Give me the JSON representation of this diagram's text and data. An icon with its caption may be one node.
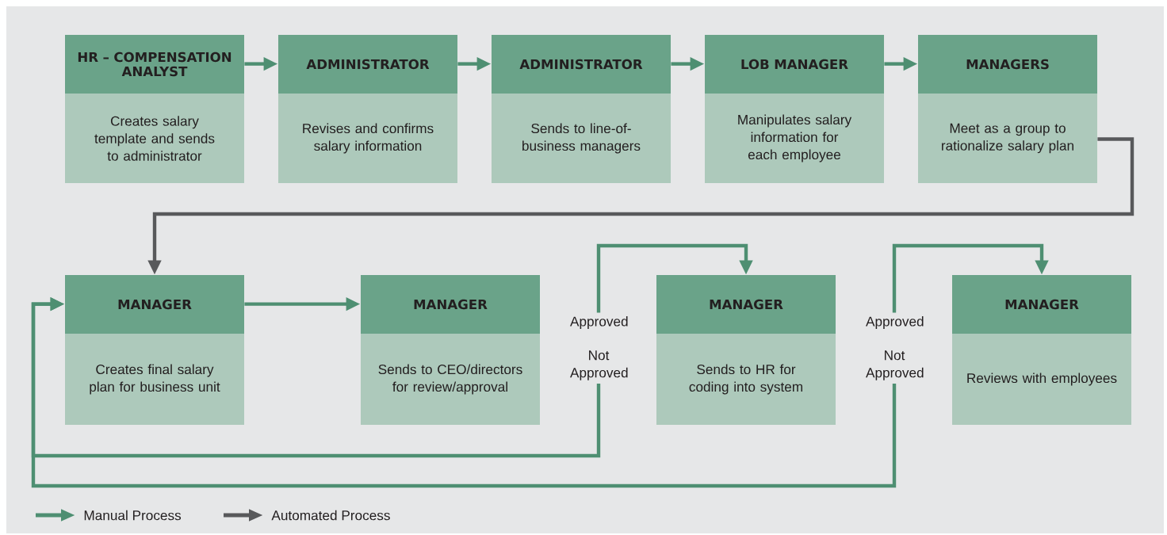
{
  "diagram": {
    "nodes": [
      {
        "text": [
          "HR – COMPENSATION ANALYST",
          "Creates salary template and sends to administrator"
        ]
      },
      {
        "text": [
          "ADMINISTRATOR",
          "Revises and confirms salary information"
        ]
      },
      {
        "text": [
          "ADMINISTRATOR",
          "Sends to line-of-business managers"
        ]
      },
      {
        "text": [
          "LOB MANAGER",
          "Manipulates salary information for each employee"
        ]
      },
      {
        "text": [
          "MANAGERS",
          "Meet as a group to rationalize salary plan"
        ]
      },
      {
        "text": [
          "MANAGER",
          "Creates final salary plan for business unit"
        ]
      },
      {
        "text": [
          "MANAGER",
          "Sends to CEO/directors for review/approval"
        ]
      },
      {
        "text": [
          "Approved"
        ]
      },
      {
        "text": [
          "Not Approved"
        ]
      },
      {
        "text": [
          "MANAGER",
          "Sends to HR for coding into system"
        ]
      },
      {
        "text": [
          "Approved"
        ]
      },
      {
        "text": [
          "Not Approved"
        ]
      },
      {
        "text": [
          "MANAGER",
          "Reviews with employees"
        ]
      }
    ],
    "edges": [
      {
        "from": 0,
        "to": 1,
        "arrow": "to"
      },
      {
        "from": 1,
        "to": 2,
        "arrow": "to"
      },
      {
        "from": 2,
        "to": 3,
        "arrow": "to"
      },
      {
        "from": 3,
        "to": 4,
        "arrow": "to"
      },
      {
        "from": 4,
        "to": 5,
        "arrow": "to",
        "color": "#58595b"
      },
      {
        "from": 5,
        "to": 6,
        "arrow": "to"
      },
      {
        "from": 7,
        "to": 9,
        "arrow": "to"
      },
      {
        "from": 8,
        "to": 5,
        "arrow": "to"
      },
      {
        "from": 10,
        "to": 12,
        "arrow": "to"
      },
      {
        "from": 11,
        "to": 5,
        "arrow": "to"
      }
    ],
    "legend": [
      {
        "text": "Manual Process"
      },
      {
        "text": "Automated Process"
      }
    ]
  }
}
